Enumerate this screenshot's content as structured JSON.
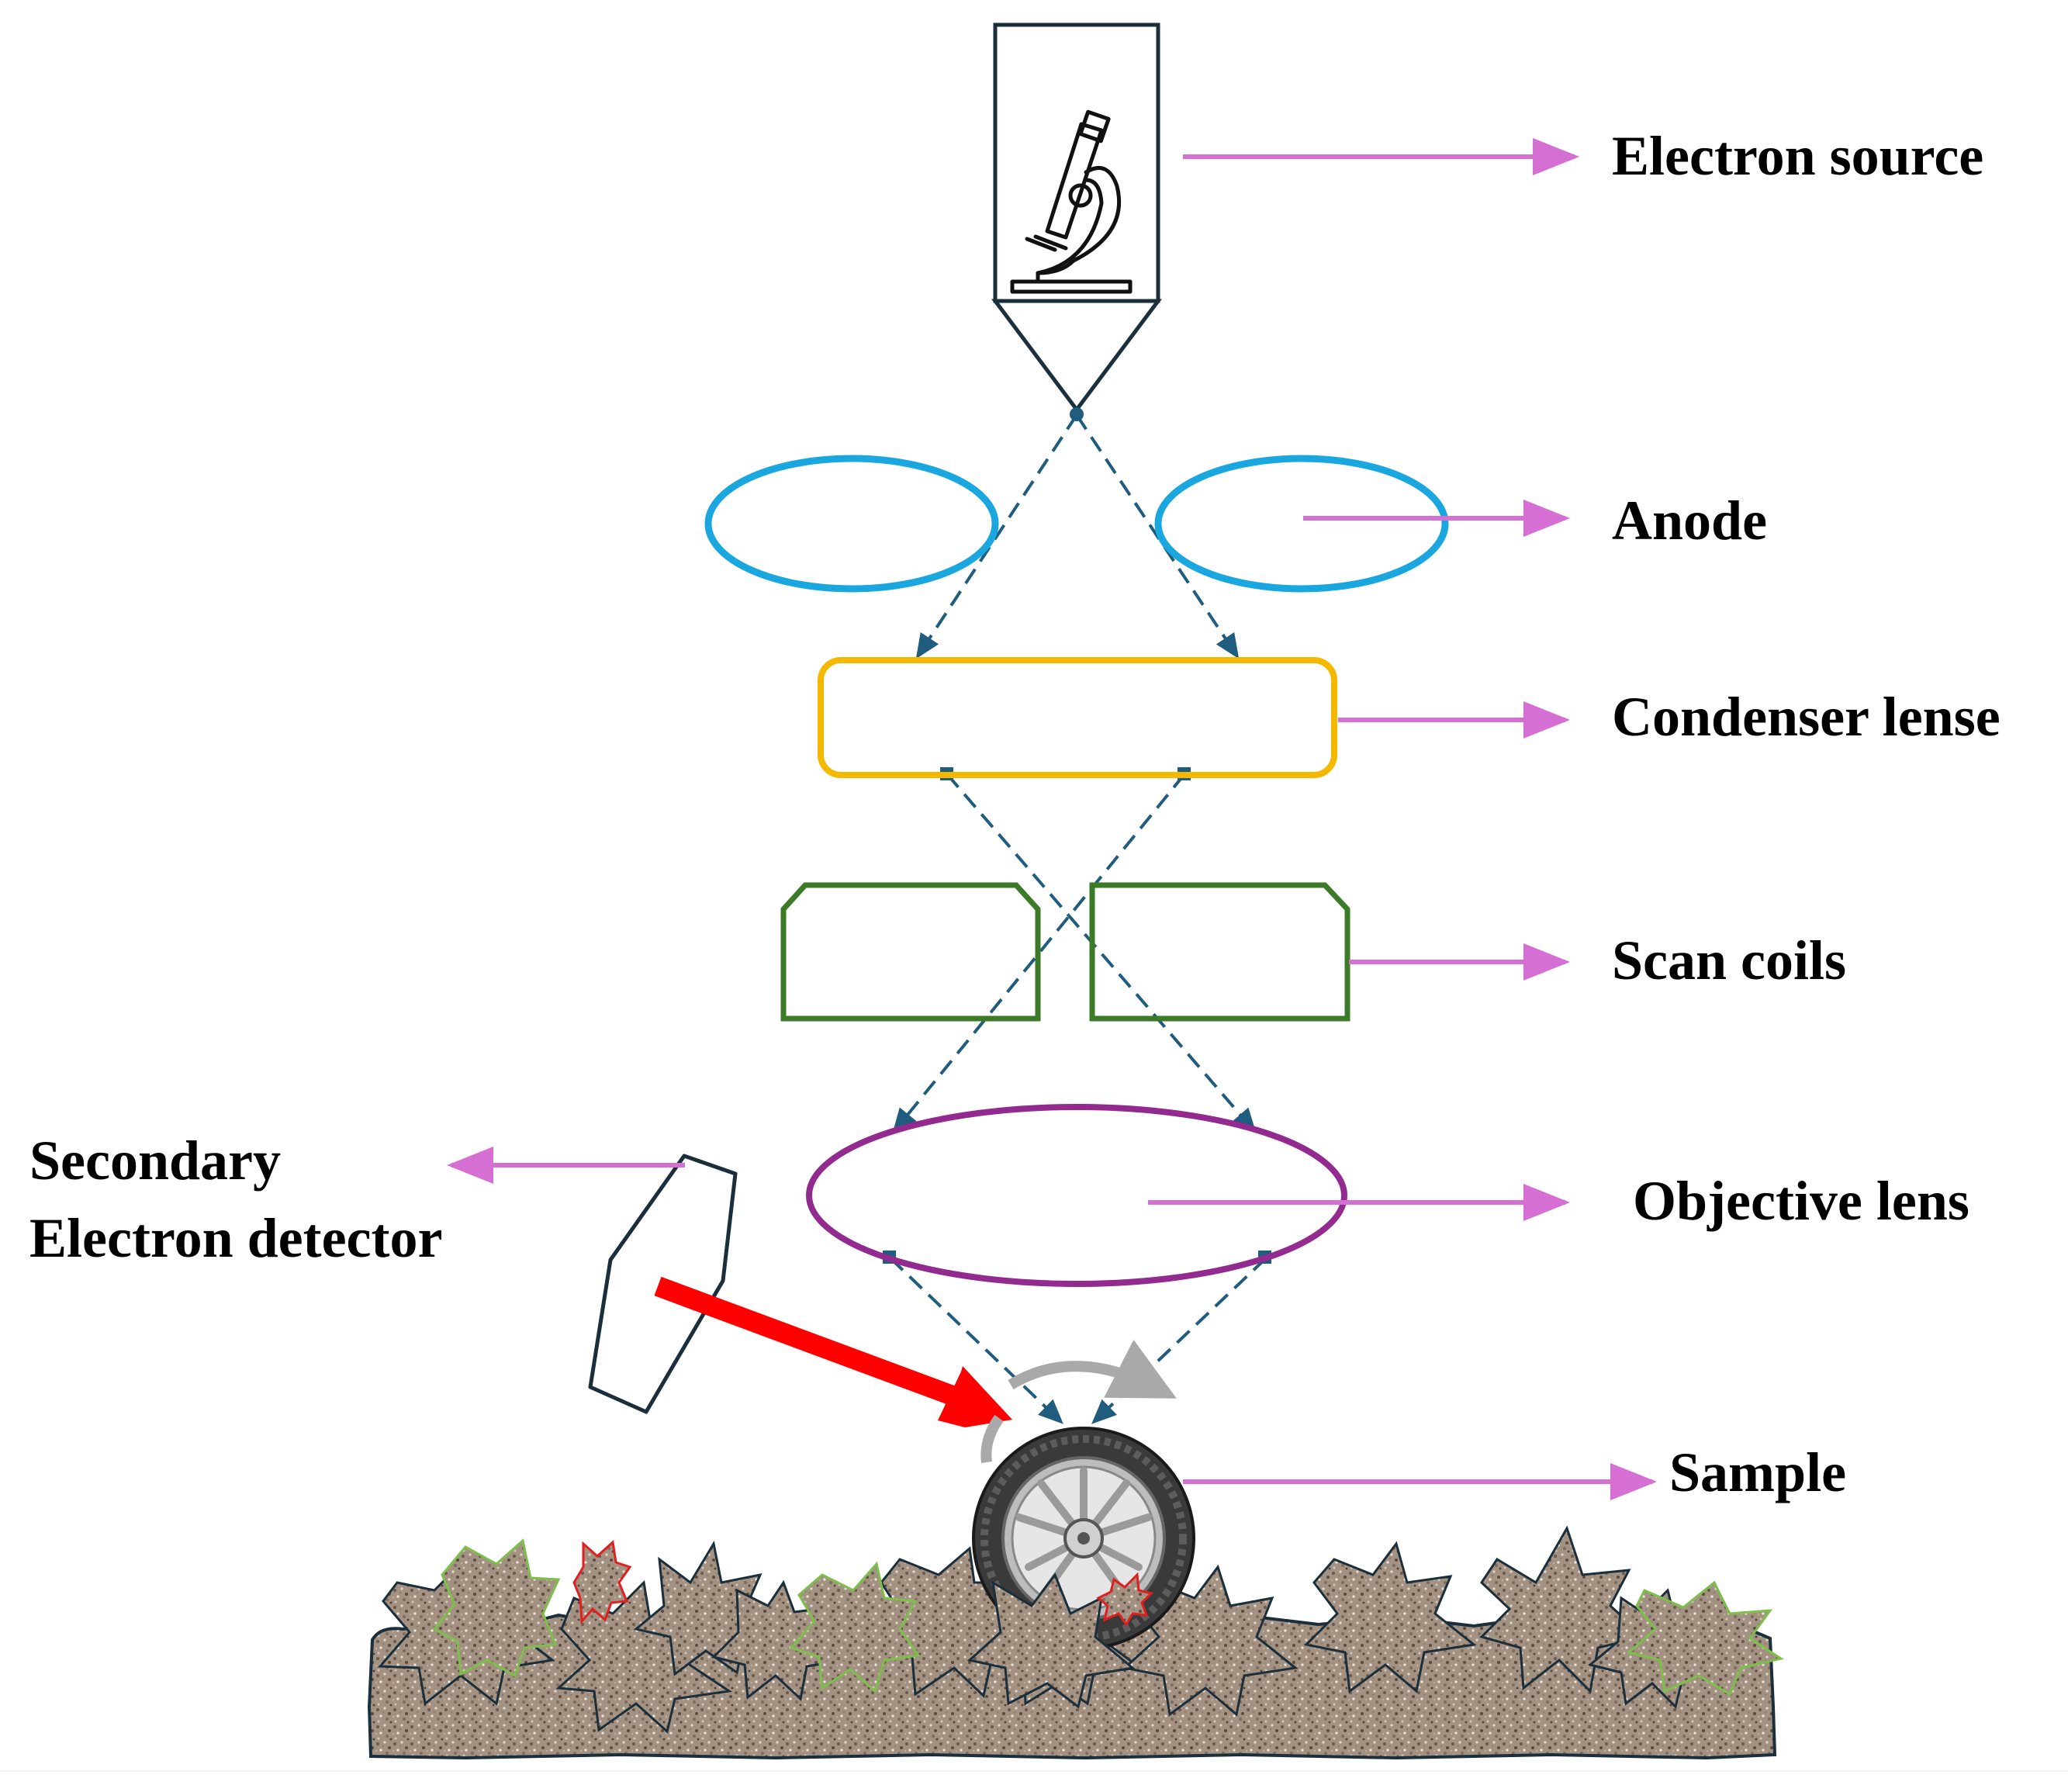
{
  "labels": {
    "electron_source": "Electron source",
    "anode": "Anode",
    "condenser_lense": "Condenser lense",
    "scan_coils": "Scan coils",
    "objective_lens": "Objective lens",
    "sample": "Sample",
    "detector_line1": "Secondary",
    "detector_line2": "Electron detector"
  },
  "colors": {
    "anode": "#1aa7e0",
    "condenser": "#f5b800",
    "scan_coils": "#3b7a26",
    "objective": "#922a8f",
    "pointer_arrows": "#d56fd3",
    "beam": "#1f5c7e",
    "signal_arrow": "#ff0000",
    "outline": "#1a2e3b"
  },
  "icons": [
    "microscope-icon",
    "tire-icon"
  ]
}
